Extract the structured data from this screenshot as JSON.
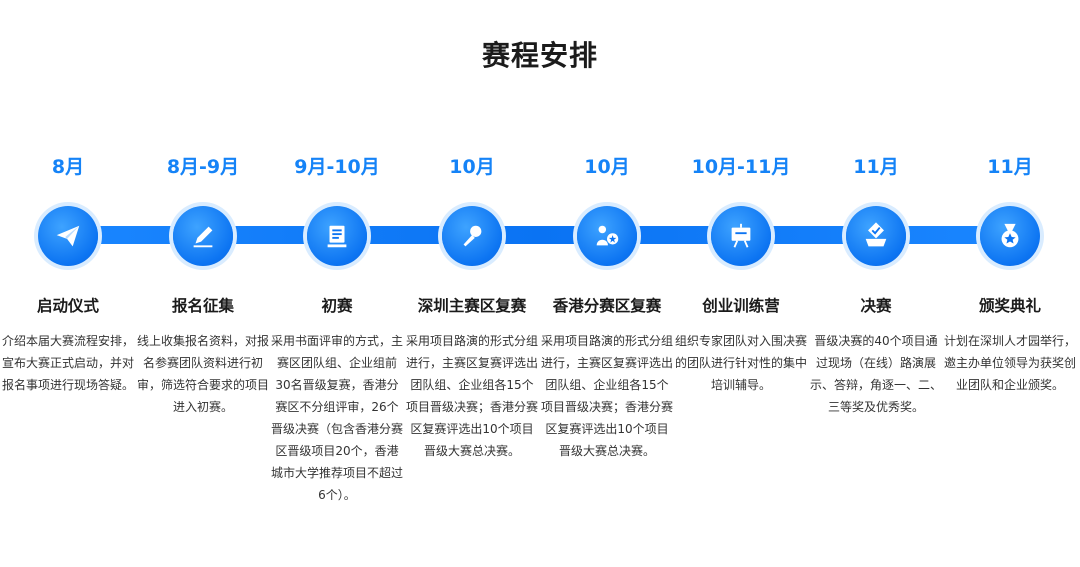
{
  "title": "赛程安排",
  "stages": [
    {
      "date": "8月",
      "name": "启动仪式",
      "icon": "paper-plane-icon",
      "desc": "介绍本届大赛流程安排，宣布大赛正式启动，并对报名事项进行现场答疑。"
    },
    {
      "date": "8月-9月",
      "name": "报名征集",
      "icon": "pencil-icon",
      "desc": "线上收集报名资料，对报名参赛团队资料进行初审，筛选符合要求的项目进入初赛。"
    },
    {
      "date": "9月-10月",
      "name": "初赛",
      "icon": "document-icon",
      "desc": "采用书面评审的方式，主赛区团队组、企业组前30名晋级复赛，香港分赛区不分组评审，26个晋级决赛（包含香港分赛区晋级项目20个，香港城市大学推荐项目不超过6个）。"
    },
    {
      "date": "10月",
      "name": "深圳主赛区复赛",
      "icon": "microphone-icon",
      "desc": "采用项目路演的形式分组进行，主赛区复赛评选出团队组、企业组各15个项目晋级决赛；香港分赛区复赛评选出10个项目晋级大赛总决赛。"
    },
    {
      "date": "10月",
      "name": "香港分赛区复赛",
      "icon": "presenter-icon",
      "desc": "采用项目路演的形式分组进行，主赛区复赛评选出团队组、企业组各15个项目晋级决赛；香港分赛区复赛评选出10个项目晋级大赛总决赛。"
    },
    {
      "date": "10月-11月",
      "name": "创业训练营",
      "icon": "easel-board-icon",
      "desc": "组织专家团队对入围决赛的团队进行针对性的集中培训辅导。"
    },
    {
      "date": "11月",
      "name": "决赛",
      "icon": "vote-box-icon",
      "desc": "晋级决赛的40个项目通过现场（在线）路演展示、答辩，角逐一、二、三等奖及优秀奖。"
    },
    {
      "date": "11月",
      "name": "颁奖典礼",
      "icon": "medal-icon",
      "desc": "计划在深圳人才园举行，邀主办单位领导为获奖创业团队和企业颁奖。"
    }
  ]
}
